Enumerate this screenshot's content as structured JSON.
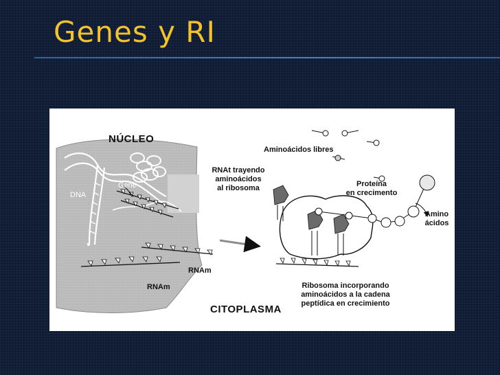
{
  "slide": {
    "title": "Genes y RI"
  },
  "diagram": {
    "nucleus_label": "NÚCLEO",
    "dna_label": "DNA",
    "gene_label": "Gene",
    "free_amino_acids_label": "Aminoácidos libres",
    "trna_label": [
      "RNAt trayendo",
      "aminoácidos",
      "al ribosoma"
    ],
    "protein_label": [
      "Proteína",
      "en crecimento"
    ],
    "amino_acids_label": [
      "Amino",
      "ácidos"
    ],
    "mrna_label_1": "RNAm",
    "mrna_label_2": "RNAm",
    "ribosome_label": [
      "Ribosoma incorporando",
      "aminoácidos a la cadena",
      "peptídica en crecimiento"
    ],
    "cytoplasm_label": "CITOPLASMA"
  },
  "colors": {
    "title": "#f2c32a",
    "rule": "#2f78c9",
    "background": "#0f1a34",
    "nucleus": "#bdbdbd"
  }
}
